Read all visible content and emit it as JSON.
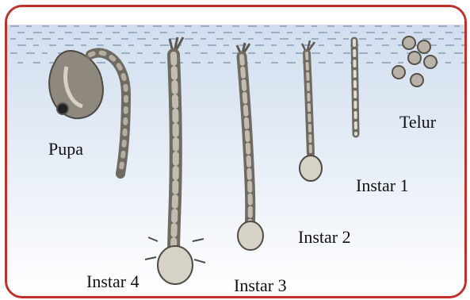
{
  "frame_color": "#c0312b",
  "water_color": "#dbe6f3",
  "surface_color": "#9aaec4",
  "larva_color": "#7f7a70",
  "labels": {
    "pupa": "Pupa",
    "telur": "Telur",
    "instar1": "Instar 1",
    "instar2": "Instar 2",
    "instar3": "Instar 3",
    "instar4": "Instar 4"
  }
}
